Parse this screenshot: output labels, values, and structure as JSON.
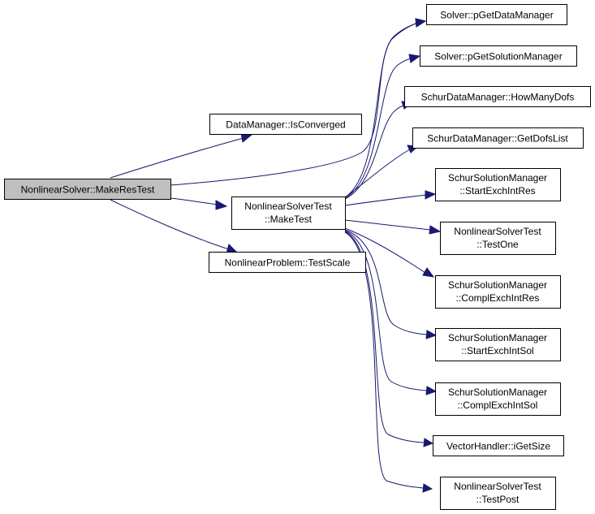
{
  "nodes": {
    "make_res_test": {
      "lines": [
        "NonlinearSolver::MakeResTest"
      ]
    },
    "is_converged": {
      "lines": [
        "DataManager::IsConverged"
      ]
    },
    "make_test": {
      "lines": [
        "NonlinearSolverTest",
        "::MakeTest"
      ]
    },
    "test_scale": {
      "lines": [
        "NonlinearProblem::TestScale"
      ]
    },
    "p_get_data_manager": {
      "lines": [
        "Solver::pGetDataManager"
      ]
    },
    "p_get_solution_manager": {
      "lines": [
        "Solver::pGetSolutionManager"
      ]
    },
    "how_many_dofs": {
      "lines": [
        "SchurDataManager::HowManyDofs"
      ]
    },
    "get_dofs_list": {
      "lines": [
        "SchurDataManager::GetDofsList"
      ]
    },
    "start_exch_int_res": {
      "lines": [
        "SchurSolutionManager",
        "::StartExchIntRes"
      ]
    },
    "test_one": {
      "lines": [
        "NonlinearSolverTest",
        "::TestOne"
      ]
    },
    "compl_exch_int_res": {
      "lines": [
        "SchurSolutionManager",
        "::ComplExchIntRes"
      ]
    },
    "start_exch_int_sol": {
      "lines": [
        "SchurSolutionManager",
        "::StartExchIntSol"
      ]
    },
    "compl_exch_int_sol": {
      "lines": [
        "SchurSolutionManager",
        "::ComplExchIntSol"
      ]
    },
    "i_get_size": {
      "lines": [
        "VectorHandler::iGetSize"
      ]
    },
    "test_post": {
      "lines": [
        "NonlinearSolverTest",
        "::TestPost"
      ]
    }
  },
  "edges": [
    [
      "make_res_test",
      "is_converged"
    ],
    [
      "make_res_test",
      "p_get_data_manager"
    ],
    [
      "make_res_test",
      "make_test"
    ],
    [
      "make_res_test",
      "test_scale"
    ],
    [
      "make_test",
      "p_get_data_manager"
    ],
    [
      "make_test",
      "p_get_solution_manager"
    ],
    [
      "make_test",
      "how_many_dofs"
    ],
    [
      "make_test",
      "get_dofs_list"
    ],
    [
      "make_test",
      "start_exch_int_res"
    ],
    [
      "make_test",
      "test_one"
    ],
    [
      "make_test",
      "compl_exch_int_res"
    ],
    [
      "make_test",
      "start_exch_int_sol"
    ],
    [
      "make_test",
      "compl_exch_int_sol"
    ],
    [
      "make_test",
      "i_get_size"
    ],
    [
      "make_test",
      "test_post"
    ]
  ],
  "colors": {
    "edge": "#191970",
    "root_fill": "#bfbfbf",
    "node_fill": "#ffffff",
    "node_border": "#000000"
  }
}
